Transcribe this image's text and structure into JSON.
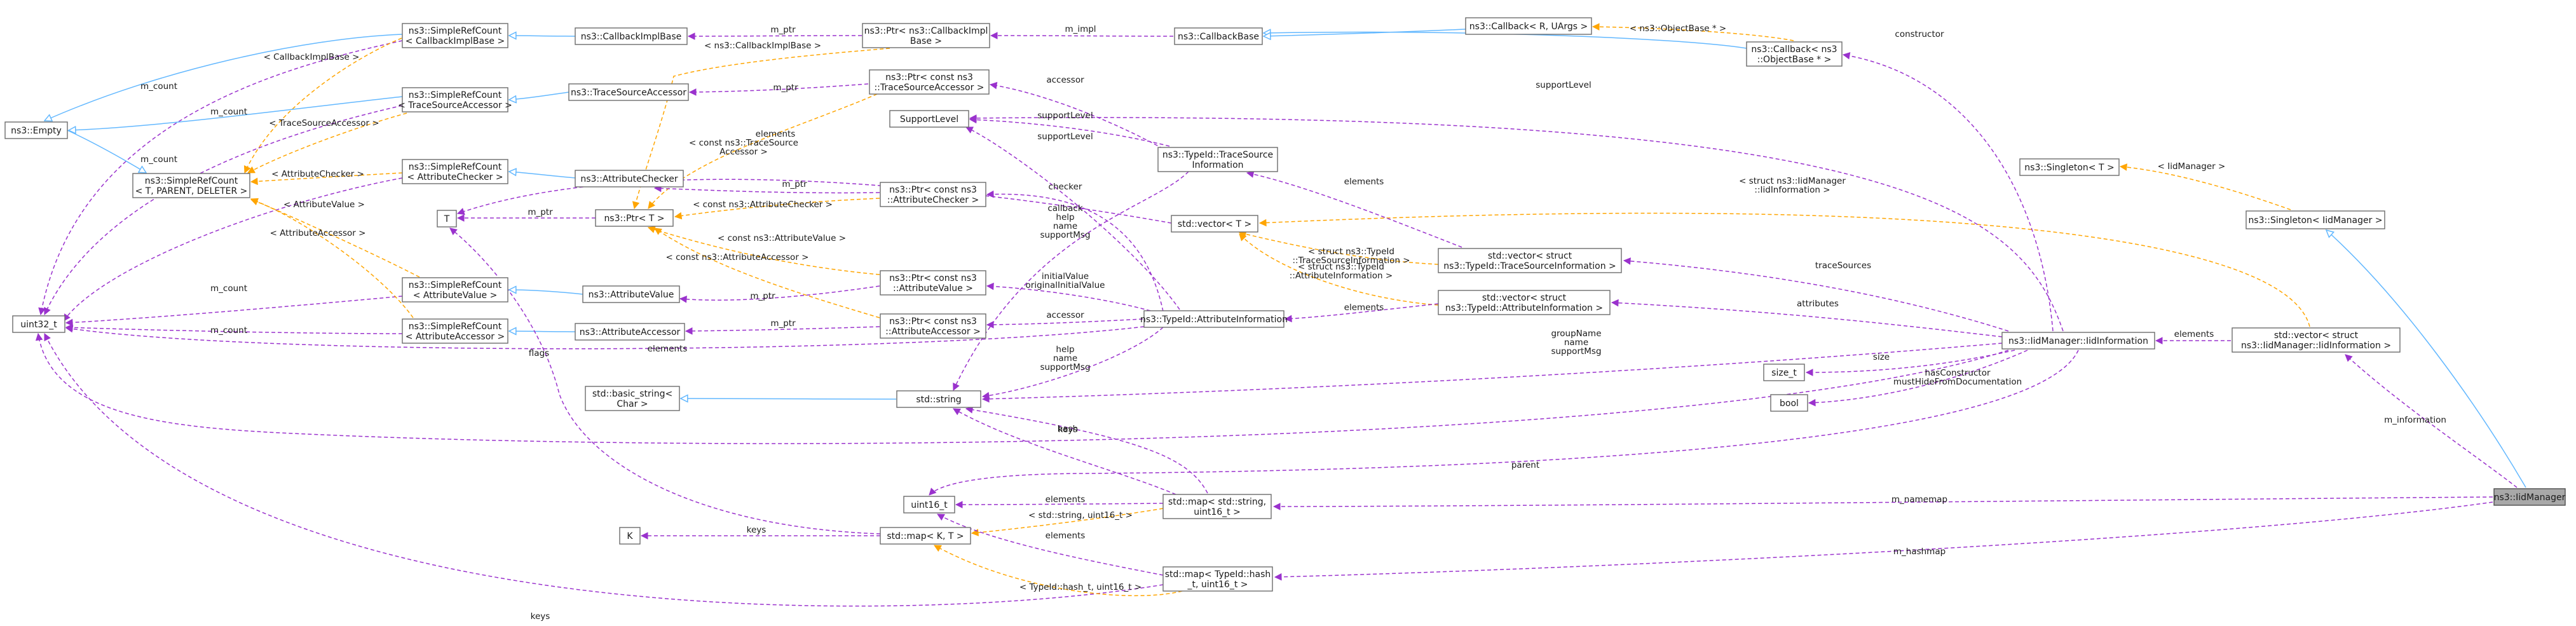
{
  "colors": {
    "inheritance": "#63b8ff",
    "usage": "#9a32cd",
    "template": "#ffa500",
    "root_fill": "#a8a8a8"
  },
  "nodes": [
    {
      "id": "IidManager",
      "lines": [
        "ns3::IidManager"
      ],
      "root": true
    },
    {
      "id": "SingletonIid",
      "lines": [
        "ns3::Singleton< IidManager >"
      ]
    },
    {
      "id": "SingletonT",
      "lines": [
        "ns3::Singleton< T >"
      ]
    },
    {
      "id": "vecIidInfo",
      "lines": [
        "std::vector< struct",
        "ns3::IidManager::IidInformation >"
      ]
    },
    {
      "id": "IidInformation",
      "lines": [
        "ns3::IidManager::IidInformation"
      ]
    },
    {
      "id": "CallbackNs3",
      "lines": [
        "ns3::Callback< ns3",
        "::ObjectBase * >"
      ]
    },
    {
      "id": "CallbackRU",
      "lines": [
        "ns3::Callback< R, UArgs >"
      ]
    },
    {
      "id": "CallbackBase",
      "lines": [
        "ns3::CallbackBase"
      ]
    },
    {
      "id": "PtrCbImpl",
      "lines": [
        "ns3::Ptr< ns3::CallbackImpl",
        "Base >"
      ]
    },
    {
      "id": "CallbackImplBase",
      "lines": [
        "ns3::CallbackImplBase"
      ]
    },
    {
      "id": "SRCCbImpl",
      "lines": [
        "ns3::SimpleRefCount",
        "< CallbackImplBase >"
      ]
    },
    {
      "id": "Empty",
      "lines": [
        "ns3::Empty"
      ]
    },
    {
      "id": "SRCTSA",
      "lines": [
        "ns3::SimpleRefCount",
        "< TraceSourceAccessor >"
      ]
    },
    {
      "id": "TraceSourceAccessor",
      "lines": [
        "ns3::TraceSourceAccessor"
      ]
    },
    {
      "id": "PtrTSA",
      "lines": [
        "ns3::Ptr< const ns3",
        "::TraceSourceAccessor >"
      ]
    },
    {
      "id": "SupportLevel",
      "lines": [
        "SupportLevel"
      ]
    },
    {
      "id": "TraceSourceInfo",
      "lines": [
        "ns3::TypeId::TraceSource",
        "Information"
      ]
    },
    {
      "id": "SRCT",
      "lines": [
        "ns3::SimpleRefCount",
        "< T, PARENT, DELETER >"
      ]
    },
    {
      "id": "SRCAC",
      "lines": [
        "ns3::SimpleRefCount",
        "< AttributeChecker >"
      ]
    },
    {
      "id": "AttributeChecker",
      "lines": [
        "ns3::AttributeChecker"
      ]
    },
    {
      "id": "PtrAC",
      "lines": [
        "ns3::Ptr< const ns3",
        "::AttributeChecker >"
      ]
    },
    {
      "id": "T",
      "lines": [
        "T"
      ]
    },
    {
      "id": "PtrT",
      "lines": [
        "ns3::Ptr< T >"
      ]
    },
    {
      "id": "vecT",
      "lines": [
        "std::vector< T >"
      ]
    },
    {
      "id": "vecTSI",
      "lines": [
        "std::vector< struct",
        "ns3::TypeId::TraceSourceInformation >"
      ]
    },
    {
      "id": "vecAI",
      "lines": [
        "std::vector< struct",
        "ns3::TypeId::AttributeInformation >"
      ]
    },
    {
      "id": "uint32",
      "lines": [
        "uint32_t"
      ]
    },
    {
      "id": "SRCAV",
      "lines": [
        "ns3::SimpleRefCount",
        "< AttributeValue >"
      ]
    },
    {
      "id": "AttributeValue",
      "lines": [
        "ns3::AttributeValue"
      ]
    },
    {
      "id": "PtrAV",
      "lines": [
        "ns3::Ptr< const ns3",
        "::AttributeValue >"
      ]
    },
    {
      "id": "SRCAA",
      "lines": [
        "ns3::SimpleRefCount",
        "< AttributeAccessor >"
      ]
    },
    {
      "id": "AttributeAccessor",
      "lines": [
        "ns3::AttributeAccessor"
      ]
    },
    {
      "id": "PtrAA",
      "lines": [
        "ns3::Ptr< const ns3",
        "::AttributeAccessor >"
      ]
    },
    {
      "id": "AttributeInfo",
      "lines": [
        "ns3::TypeId::AttributeInformation"
      ]
    },
    {
      "id": "basicString",
      "lines": [
        "std::basic_string<",
        "Char >"
      ]
    },
    {
      "id": "string",
      "lines": [
        "std::string"
      ]
    },
    {
      "id": "sizet",
      "lines": [
        "size_t"
      ]
    },
    {
      "id": "bool",
      "lines": [
        "bool"
      ]
    },
    {
      "id": "uint16",
      "lines": [
        "uint16_t"
      ]
    },
    {
      "id": "mapStr",
      "lines": [
        "std::map< std::string,",
        "uint16_t >"
      ]
    },
    {
      "id": "K",
      "lines": [
        "K"
      ]
    },
    {
      "id": "mapKT",
      "lines": [
        "std::map< K, T >"
      ]
    },
    {
      "id": "mapHash",
      "lines": [
        "std::map< TypeId::hash",
        "_t, uint16_t >"
      ]
    }
  ],
  "edges": [
    {
      "id": "e1",
      "kind": "inherit",
      "label": []
    },
    {
      "id": "e2",
      "kind": "tmpl",
      "label": [
        "< IidManager >"
      ]
    },
    {
      "id": "e3",
      "kind": "usage",
      "label": [
        "m_information"
      ]
    },
    {
      "id": "e4",
      "kind": "usage",
      "label": [
        "m_namemap"
      ]
    },
    {
      "id": "e5",
      "kind": "usage",
      "label": [
        "m_hashmap"
      ]
    },
    {
      "id": "e6",
      "kind": "usage",
      "label": [
        "elements"
      ]
    },
    {
      "id": "e7",
      "kind": "tmpl",
      "label": [
        "< struct ns3::IidManager",
        "::IidInformation >"
      ]
    },
    {
      "id": "e8",
      "kind": "usage",
      "label": [
        "constructor"
      ]
    },
    {
      "id": "e9",
      "kind": "usage",
      "label": [
        "supportLevel"
      ]
    },
    {
      "id": "e10",
      "kind": "usage",
      "label": [
        "traceSources"
      ]
    },
    {
      "id": "e11",
      "kind": "usage",
      "label": [
        "attributes"
      ]
    },
    {
      "id": "e12",
      "kind": "usage",
      "label": [
        "groupName",
        "name",
        "supportMsg"
      ]
    },
    {
      "id": "e13",
      "kind": "usage",
      "label": [
        "size"
      ]
    },
    {
      "id": "e14",
      "kind": "usage",
      "label": [
        "hasConstructor",
        "mustHideFromDocumentation"
      ]
    },
    {
      "id": "e15",
      "kind": "usage",
      "label": [
        "hash"
      ]
    },
    {
      "id": "e16",
      "kind": "usage",
      "label": [
        "parent"
      ]
    },
    {
      "id": "e17",
      "kind": "inherit",
      "label": []
    },
    {
      "id": "e18",
      "kind": "tmpl",
      "label": [
        "< ns3::ObjectBase * >"
      ]
    },
    {
      "id": "e19",
      "kind": "inherit",
      "label": []
    },
    {
      "id": "e20",
      "kind": "usage",
      "label": [
        "m_impl"
      ]
    },
    {
      "id": "e21",
      "kind": "usage",
      "label": [
        "m_ptr"
      ]
    },
    {
      "id": "e22",
      "kind": "tmpl",
      "label": [
        "< ns3::CallbackImplBase >"
      ]
    },
    {
      "id": "e23",
      "kind": "inherit",
      "label": []
    },
    {
      "id": "e24",
      "kind": "inherit",
      "label": []
    },
    {
      "id": "e25",
      "kind": "usage",
      "label": [
        "m_count"
      ]
    },
    {
      "id": "e26",
      "kind": "tmpl",
      "label": [
        "< CallbackImplBase >"
      ]
    },
    {
      "id": "e27",
      "kind": "inherit",
      "label": []
    },
    {
      "id": "e28",
      "kind": "inherit",
      "label": []
    },
    {
      "id": "e29",
      "kind": "usage",
      "label": [
        "m_count"
      ]
    },
    {
      "id": "e30",
      "kind": "tmpl",
      "label": [
        "< TraceSourceAccessor >"
      ]
    },
    {
      "id": "e31",
      "kind": "usage",
      "label": [
        "m_ptr"
      ]
    },
    {
      "id": "e32",
      "kind": "tmpl",
      "label": [
        "< const ns3::TraceSource",
        "Accessor >"
      ]
    },
    {
      "id": "e33",
      "kind": "usage",
      "label": [
        "accessor"
      ]
    },
    {
      "id": "e34",
      "kind": "usage",
      "label": [
        "supportLevel"
      ]
    },
    {
      "id": "e35",
      "kind": "usage",
      "label": [
        "callback",
        "help",
        "name",
        "supportMsg"
      ]
    },
    {
      "id": "e36",
      "kind": "usage",
      "label": [
        "elements"
      ]
    },
    {
      "id": "e37",
      "kind": "tmpl",
      "label": [
        "< struct ns3::TypeId",
        "::TraceSourceInformation >"
      ]
    },
    {
      "id": "e38",
      "kind": "inherit",
      "label": []
    },
    {
      "id": "e39",
      "kind": "usage",
      "label": [
        "m_count"
      ]
    },
    {
      "id": "e40",
      "kind": "tmpl",
      "label": [
        "< AttributeChecker >"
      ]
    },
    {
      "id": "e41",
      "kind": "usage",
      "label": [
        "m_ptr"
      ]
    },
    {
      "id": "e42",
      "kind": "tmpl",
      "label": [
        "< const ns3::AttributeChecker >"
      ]
    },
    {
      "id": "e43",
      "kind": "usage",
      "label": [
        "checker"
      ]
    },
    {
      "id": "e44",
      "kind": "usage",
      "label": [
        "m_ptr"
      ]
    },
    {
      "id": "e45",
      "kind": "usage",
      "label": [
        "elements"
      ]
    },
    {
      "id": "e46",
      "kind": "tmpl",
      "label": [
        "< struct ns3::TypeId",
        "::AttributeInformation >"
      ]
    },
    {
      "id": "e47",
      "kind": "usage",
      "label": [
        "elements"
      ]
    },
    {
      "id": "e48",
      "kind": "inherit",
      "label": []
    },
    {
      "id": "e49",
      "kind": "usage",
      "label": [
        "m_count"
      ]
    },
    {
      "id": "e50",
      "kind": "tmpl",
      "label": [
        "< AttributeValue >"
      ]
    },
    {
      "id": "e51",
      "kind": "usage",
      "label": [
        "m_ptr"
      ]
    },
    {
      "id": "e52",
      "kind": "tmpl",
      "label": [
        "< const ns3::AttributeValue >"
      ]
    },
    {
      "id": "e53",
      "kind": "usage",
      "label": [
        "initialValue",
        "originalInitialValue"
      ]
    },
    {
      "id": "e54",
      "kind": "inherit",
      "label": []
    },
    {
      "id": "e55",
      "kind": "usage",
      "label": [
        "m_count"
      ]
    },
    {
      "id": "e56",
      "kind": "tmpl",
      "label": [
        "< AttributeAccessor >"
      ]
    },
    {
      "id": "e57",
      "kind": "usage",
      "label": [
        "m_ptr"
      ]
    },
    {
      "id": "e58",
      "kind": "tmpl",
      "label": [
        "< const ns3::AttributeAccessor >"
      ]
    },
    {
      "id": "e59",
      "kind": "usage",
      "label": [
        "accessor"
      ]
    },
    {
      "id": "e60",
      "kind": "usage",
      "label": [
        "supportLevel"
      ]
    },
    {
      "id": "e61",
      "kind": "usage",
      "label": [
        "help",
        "name",
        "supportMsg"
      ]
    },
    {
      "id": "e62",
      "kind": "usage",
      "label": [
        "flags"
      ]
    },
    {
      "id": "e63",
      "kind": "inherit",
      "label": []
    },
    {
      "id": "e64",
      "kind": "usage",
      "label": [
        "elements"
      ]
    },
    {
      "id": "e65",
      "kind": "usage",
      "label": [
        "keys"
      ]
    },
    {
      "id": "e66",
      "kind": "tmpl",
      "label": [
        "< std::string, uint16_t >"
      ]
    },
    {
      "id": "e67",
      "kind": "usage",
      "label": [
        "keys"
      ]
    },
    {
      "id": "e68",
      "kind": "usage",
      "label": [
        "elements"
      ]
    },
    {
      "id": "e69",
      "kind": "usage",
      "label": [
        "keys"
      ]
    },
    {
      "id": "e70",
      "kind": "usage",
      "label": [
        "elements"
      ]
    },
    {
      "id": "e71",
      "kind": "tmpl",
      "label": [
        "< TypeId::hash_t, uint16_t >"
      ]
    },
    {
      "id": "e72",
      "kind": "inherit",
      "label": []
    },
    {
      "id": "e73",
      "kind": "usage",
      "label": [
        "elements"
      ]
    }
  ]
}
